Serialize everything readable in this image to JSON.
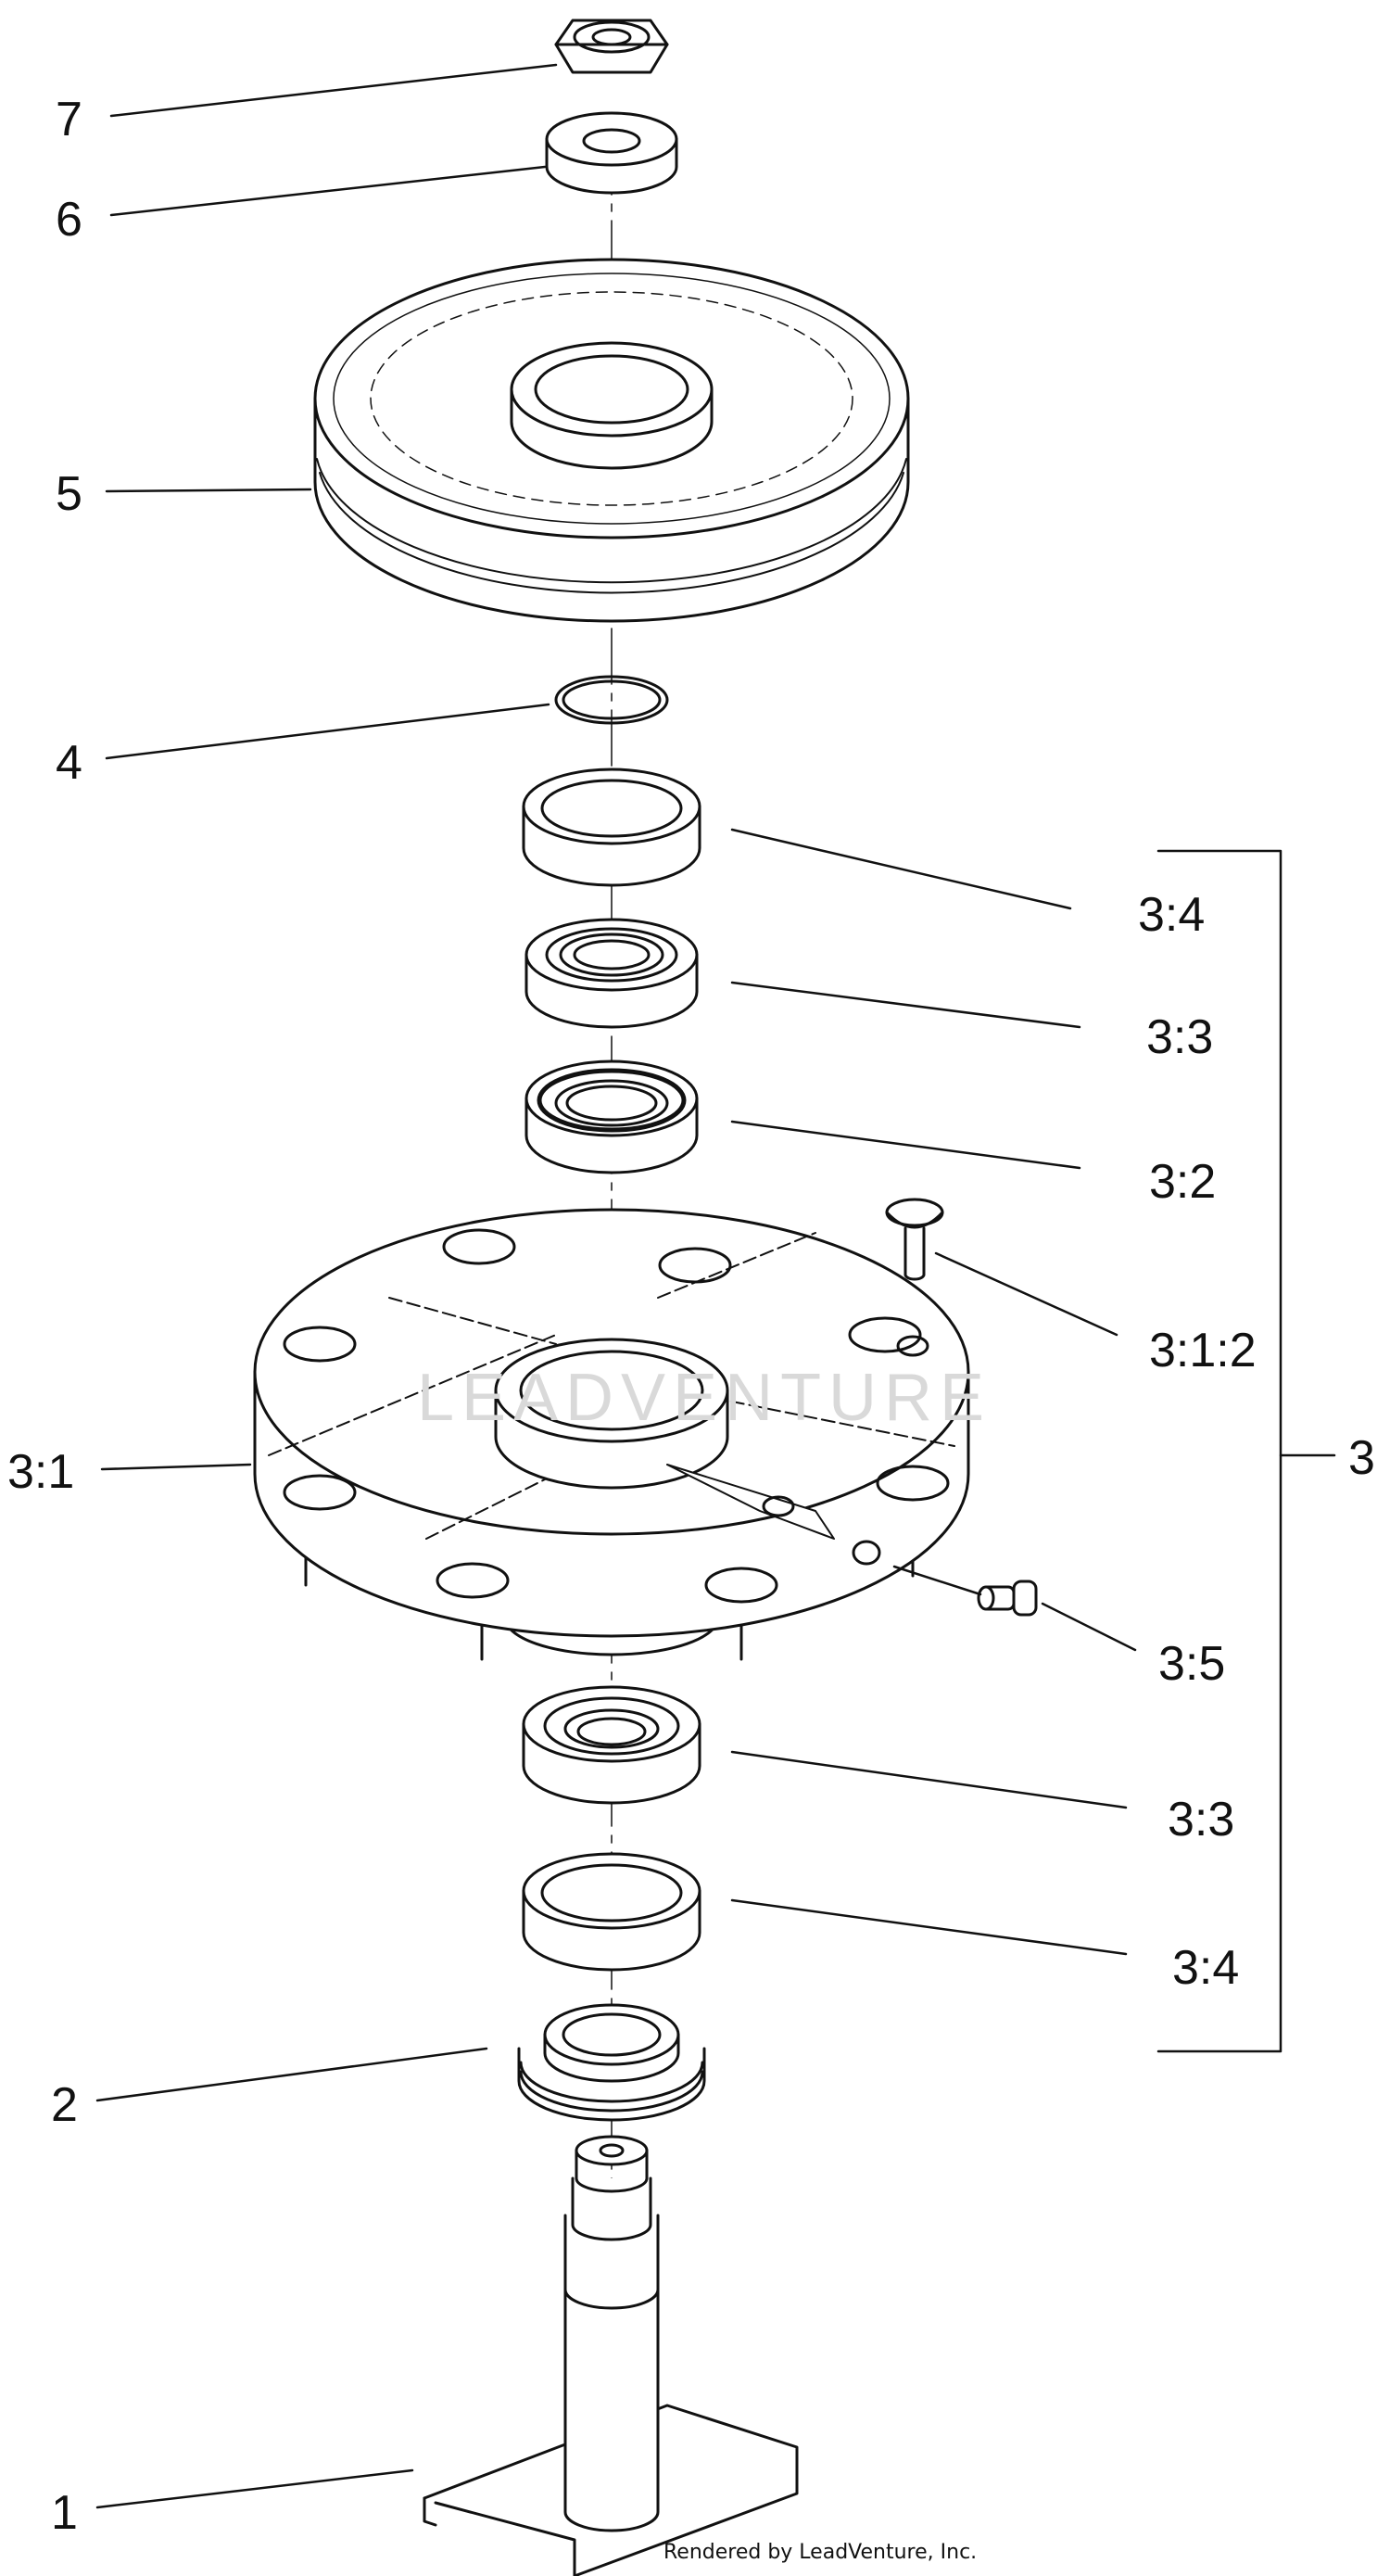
{
  "callouts": {
    "c1": "1",
    "c2": "2",
    "c3": "3",
    "c3_1": "3:1",
    "c3_1_2": "3:1:2",
    "c3_2": "3:2",
    "c3_3_upper": "3:3",
    "c3_3_lower": "3:3",
    "c3_4_upper": "3:4",
    "c3_4_lower": "3:4",
    "c3_5": "3:5",
    "c4": "4",
    "c5": "5",
    "c6": "6",
    "c7": "7"
  },
  "watermark": "LEADVENTURE",
  "footer": "Rendered by LeadVenture, Inc.",
  "colors": {
    "line": "#111111",
    "background": "#ffffff",
    "watermark": "#d9d9d9"
  }
}
